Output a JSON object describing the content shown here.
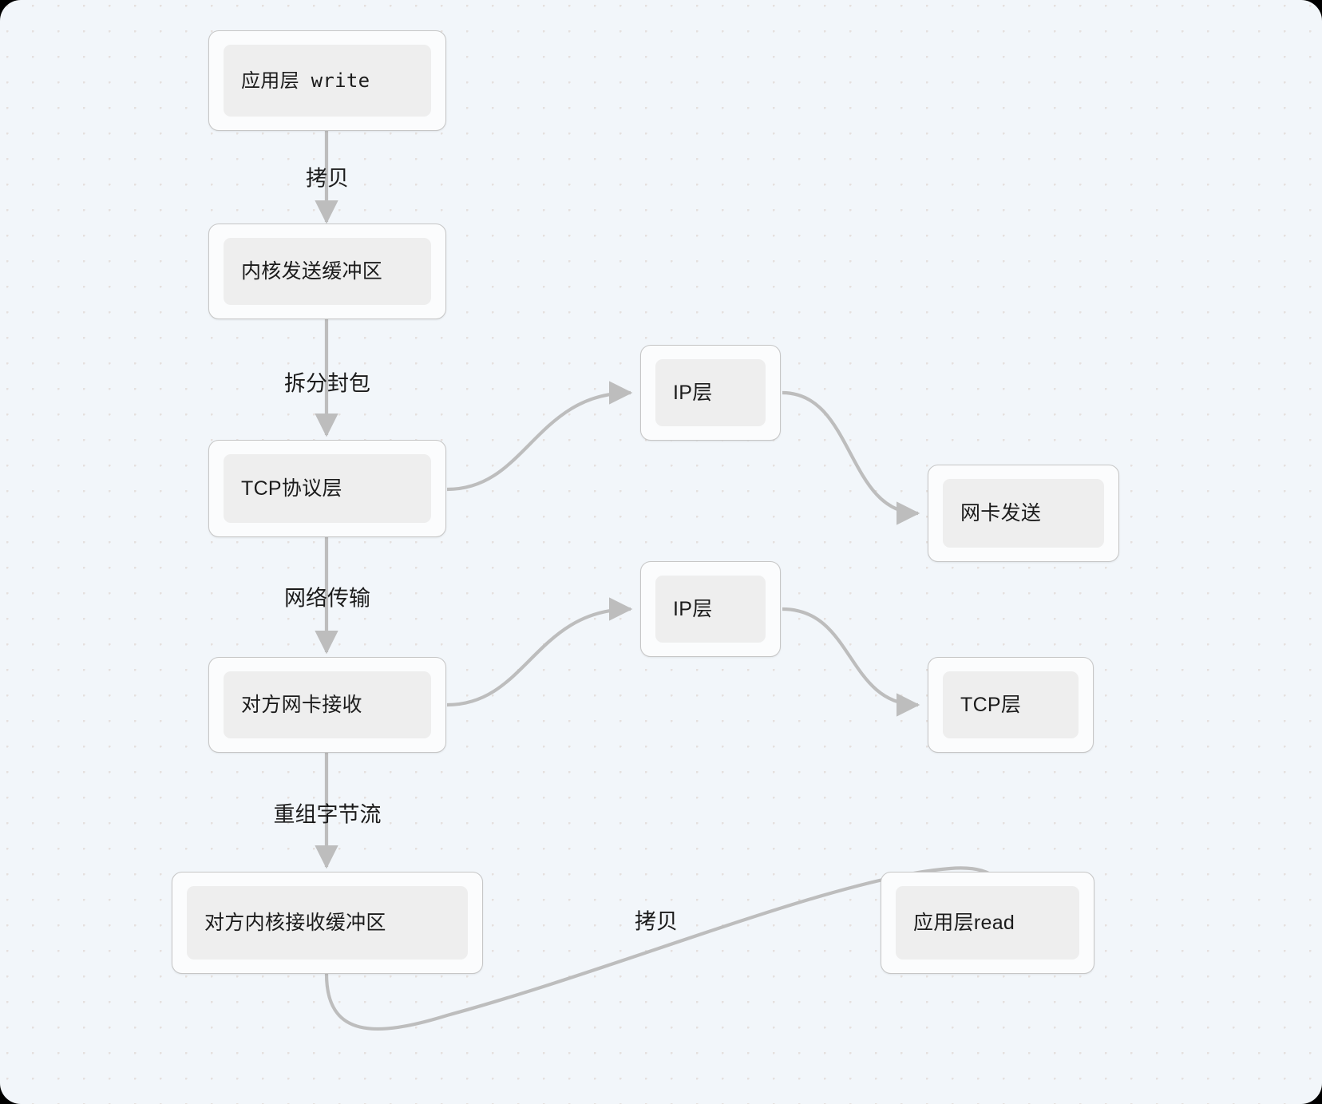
{
  "canvas": {
    "background_color": "#f2f6fa",
    "grid_dot_color": "#e5e0de",
    "edge_color": "#bdbdbd",
    "node_border_color": "#c6c6c6",
    "node_fill_color": "#fbfcfd",
    "node_inner_fill_color": "#eeeeee",
    "text_color": "#1b1b1b"
  },
  "nodes": [
    {
      "id": "app-write",
      "label": "应用层 write",
      "mono": true
    },
    {
      "id": "kernel-send-buf",
      "label": "内核发送缓冲区",
      "mono": false
    },
    {
      "id": "tcp-proto",
      "label": "TCP协议层",
      "mono": false
    },
    {
      "id": "ip-layer-send",
      "label": "IP层",
      "mono": false
    },
    {
      "id": "nic-send",
      "label": "网卡发送",
      "mono": false
    },
    {
      "id": "peer-nic-recv",
      "label": "对方网卡接收",
      "mono": false
    },
    {
      "id": "ip-layer-recv",
      "label": "IP层",
      "mono": false
    },
    {
      "id": "tcp-layer-recv",
      "label": "TCP层",
      "mono": false
    },
    {
      "id": "peer-kernel-buf",
      "label": "对方内核接收缓冲区",
      "mono": false
    },
    {
      "id": "app-read",
      "label": "应用层read",
      "mono": false
    }
  ],
  "edge_labels": [
    {
      "id": "copy-send",
      "label": "拷贝"
    },
    {
      "id": "split-packet",
      "label": "拆分封包"
    },
    {
      "id": "network-xfer",
      "label": "网络传输"
    },
    {
      "id": "reassemble",
      "label": "重组字节流"
    },
    {
      "id": "copy-recv",
      "label": "拷贝"
    }
  ]
}
